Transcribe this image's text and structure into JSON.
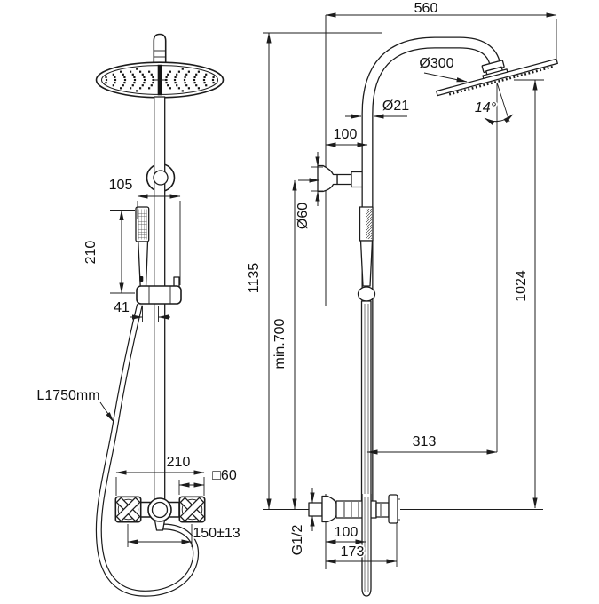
{
  "meta": {
    "drawing_type": "shower-system-dimensional-drawing",
    "background_color": "#ffffff",
    "line_color": "#1c1c1c"
  },
  "dimensions": {
    "front": {
      "bracket_width": "105",
      "handshower_length": "210",
      "axis_offset": "41",
      "hose_length": "L1750mm",
      "mixer_width": "210",
      "handle_size": "□60",
      "inlet_distance": "150±13"
    },
    "side": {
      "reach": "560",
      "head_diameter": "Ø300",
      "head_angle": "14°",
      "pipe_diameter": "Ø21",
      "bracket_offset": "100",
      "bracket_diameter": "Ø60",
      "total_height": "1135",
      "min_height": "min.700",
      "head_height": "1024",
      "head_offset": "313",
      "thread": "G1/2",
      "mixer_offset": "100",
      "mixer_depth": "173"
    }
  }
}
